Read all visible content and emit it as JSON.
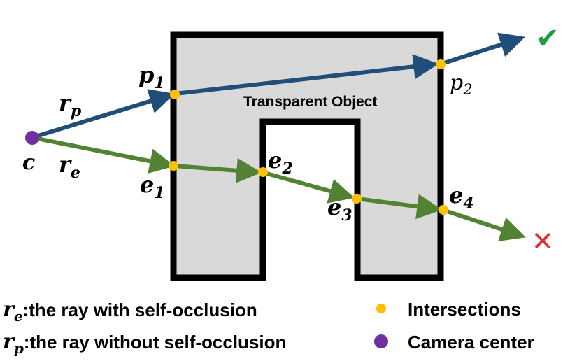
{
  "object_label": "Transparent Object",
  "camera_label": "c",
  "ray_p": {
    "symbol": "r",
    "subscript": "p",
    "color": "#1f4e79"
  },
  "ray_e": {
    "symbol": "r",
    "subscript": "e",
    "color": "#548235"
  },
  "points_p": [
    {
      "symbol": "p",
      "subscript": "1"
    },
    {
      "symbol": "p",
      "subscript": "2"
    }
  ],
  "points_e": [
    {
      "symbol": "e",
      "subscript": "1"
    },
    {
      "symbol": "e",
      "subscript": "2"
    },
    {
      "symbol": "e",
      "subscript": "3"
    },
    {
      "symbol": "e",
      "subscript": "4"
    }
  ],
  "result_p": {
    "glyph": "✔",
    "color": "#1e9e3e"
  },
  "result_e": {
    "glyph": "✕",
    "color": "#e03030"
  },
  "legend": {
    "re": {
      "symbol": "r",
      "subscript": "e",
      "text": ":the ray with self-occlusion"
    },
    "rp": {
      "symbol": "r",
      "subscript": "p",
      "text": ":the ray without self-occlusion"
    },
    "intersections": "Intersections",
    "camera": "Camera center"
  },
  "colors": {
    "object_fill": "#d9d9d9",
    "object_stroke": "#000000",
    "intersection": "#ffc000",
    "camera": "#7030a0"
  }
}
